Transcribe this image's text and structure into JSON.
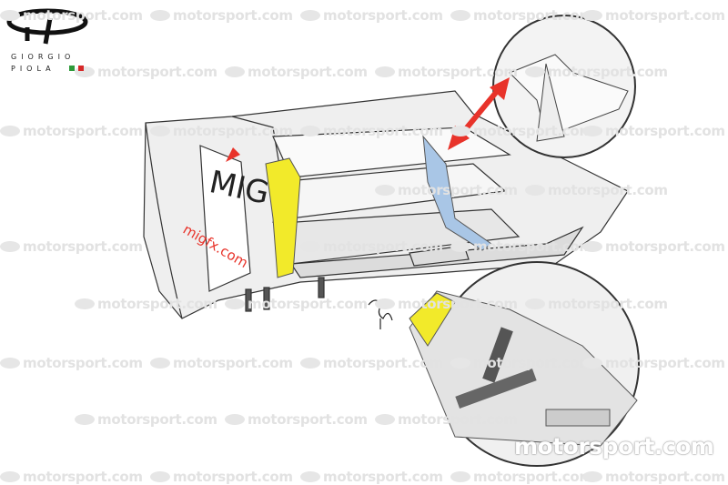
{
  "watermark": {
    "text": "motorsport.com"
  },
  "logo": {
    "line1": "GIORGIO",
    "line2": "PIOLA",
    "flag_colors": [
      "#2e9a3a",
      "#d62828"
    ]
  },
  "livery": {
    "brand": "MIG",
    "url": "migfx.com"
  },
  "big_watermark": {
    "text": "motorsport.com"
  },
  "colors": {
    "accent_arrow": "#e8332a",
    "flap_yellow": "#f2ea2a",
    "bracket_blue": "#a9c6e6"
  }
}
